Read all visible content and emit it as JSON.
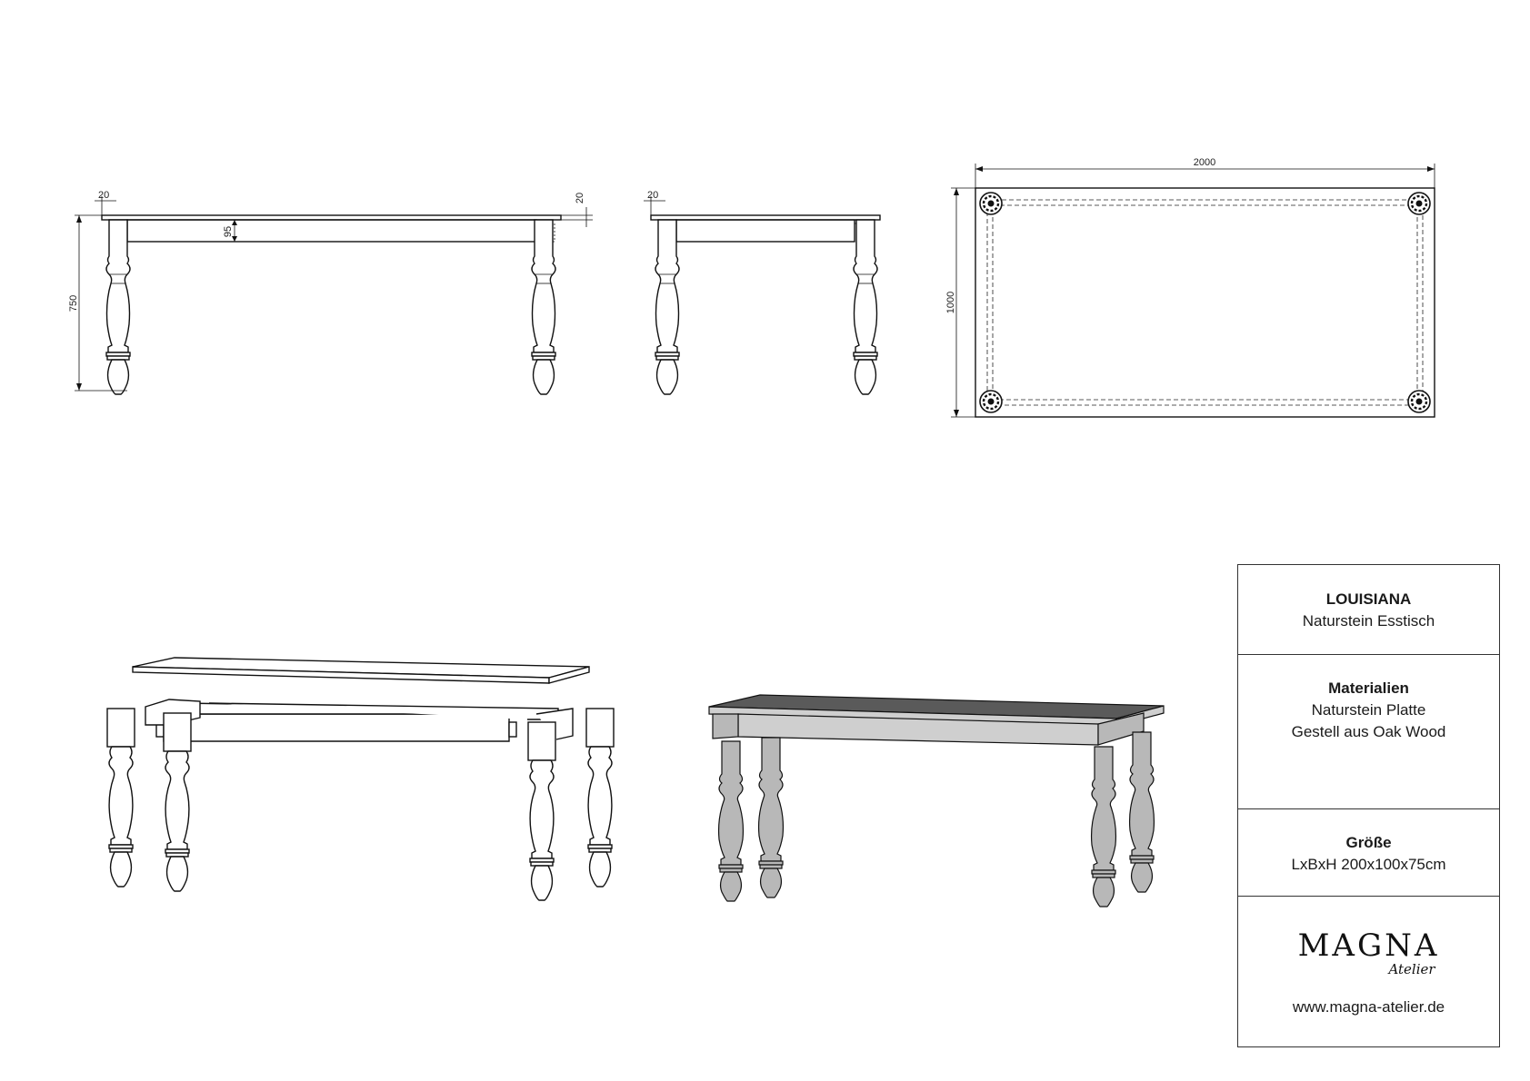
{
  "dimensions": {
    "side_top_thickness": "20",
    "side_right_thickness": "20",
    "side_apron_height": "95",
    "side_total_height": "750",
    "end_top_thickness": "20",
    "plan_length": "2000",
    "plan_width": "1000"
  },
  "title_block": {
    "product_name": "LOUISIANA",
    "product_type": "Naturstein Esstisch",
    "materials_heading": "Materialien",
    "material_1": "Naturstein Platte",
    "material_2": "Gestell aus Oak Wood",
    "size_heading": "Größe",
    "size_value": "LxBxH 200x100x75cm",
    "brand_name": "MAGNA",
    "brand_sub": "Atelier",
    "website": "www.magna-atelier.de"
  },
  "colors": {
    "line": "#111111",
    "top_surface": "#5a5a5a",
    "leg_shade": "#b8b8b8"
  }
}
